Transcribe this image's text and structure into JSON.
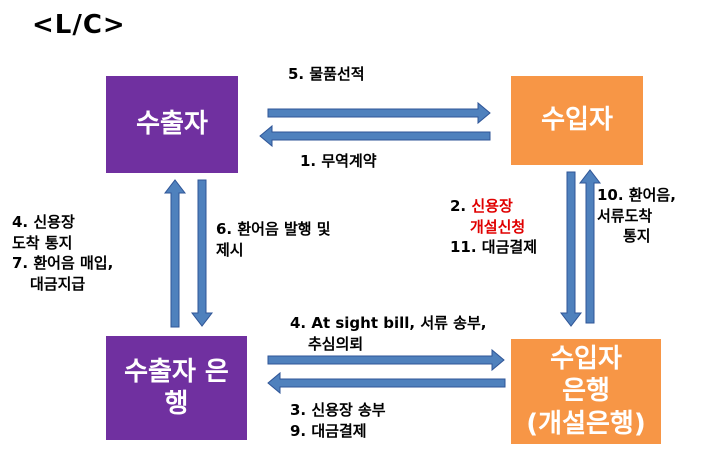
{
  "title": "<L/C>",
  "colors": {
    "purple": "#7030a0",
    "orange": "#f79646",
    "arrow_fill": "#4f81bd",
    "arrow_stroke": "#2f5597",
    "highlight": "#e00000"
  },
  "boxes": {
    "exporter": "수출자",
    "importer": "수입자",
    "exporter_bank_line1": "수출자 은",
    "exporter_bank_line2": "행",
    "importer_bank_line1": "수입자",
    "importer_bank_line2": "은행",
    "importer_bank_line3": "(개설은행)"
  },
  "steps": {
    "shipment": "5. 물품선적",
    "trade_contract": "1. 무역계약",
    "lc_arrival_1": "4. 신용장",
    "lc_arrival_2": "도착 통지",
    "draft_purchase_1": "7. 환어음 매입,",
    "draft_purchase_2": "대금지급",
    "draft_issue_1": "6. 환어음 발행 및",
    "draft_issue_2": "제시",
    "lc_apply_prefix": "2. ",
    "lc_apply_1": "신용장",
    "lc_apply_2": "개설신청",
    "payment_importer": "11. 대금결제",
    "draft_docs_arrival_1": "10. 환어음,",
    "draft_docs_arrival_2": "서류도착",
    "draft_docs_arrival_3": "통지",
    "sight_bill_1": "4. At sight bill, 서류 송부,",
    "sight_bill_2": "추심의뢰",
    "lc_send": "3. 신용장 송부",
    "payment_bank": "9. 대금결제"
  }
}
